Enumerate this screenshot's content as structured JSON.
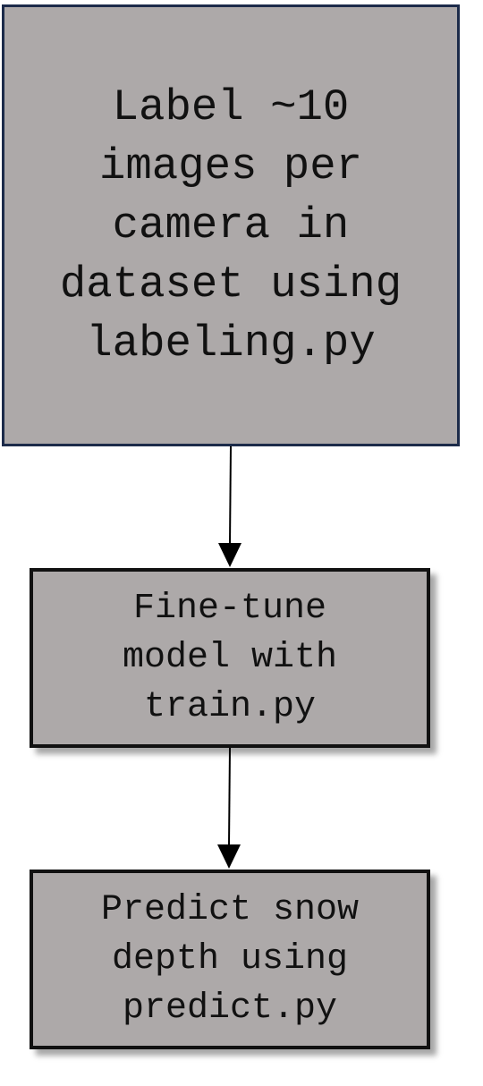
{
  "steps": [
    {
      "label": "Label ~10\nimages per\ncamera in\ndataset using\nlabeling.py"
    },
    {
      "label": "Fine-tune\nmodel with\ntrain.py"
    },
    {
      "label": "Predict snow\ndepth using\npredict.py"
    }
  ],
  "colors": {
    "box_fill": "#ada9a9",
    "first_box_border": "#1c2b4a",
    "box_border": "#111111",
    "arrow": "#000000"
  }
}
